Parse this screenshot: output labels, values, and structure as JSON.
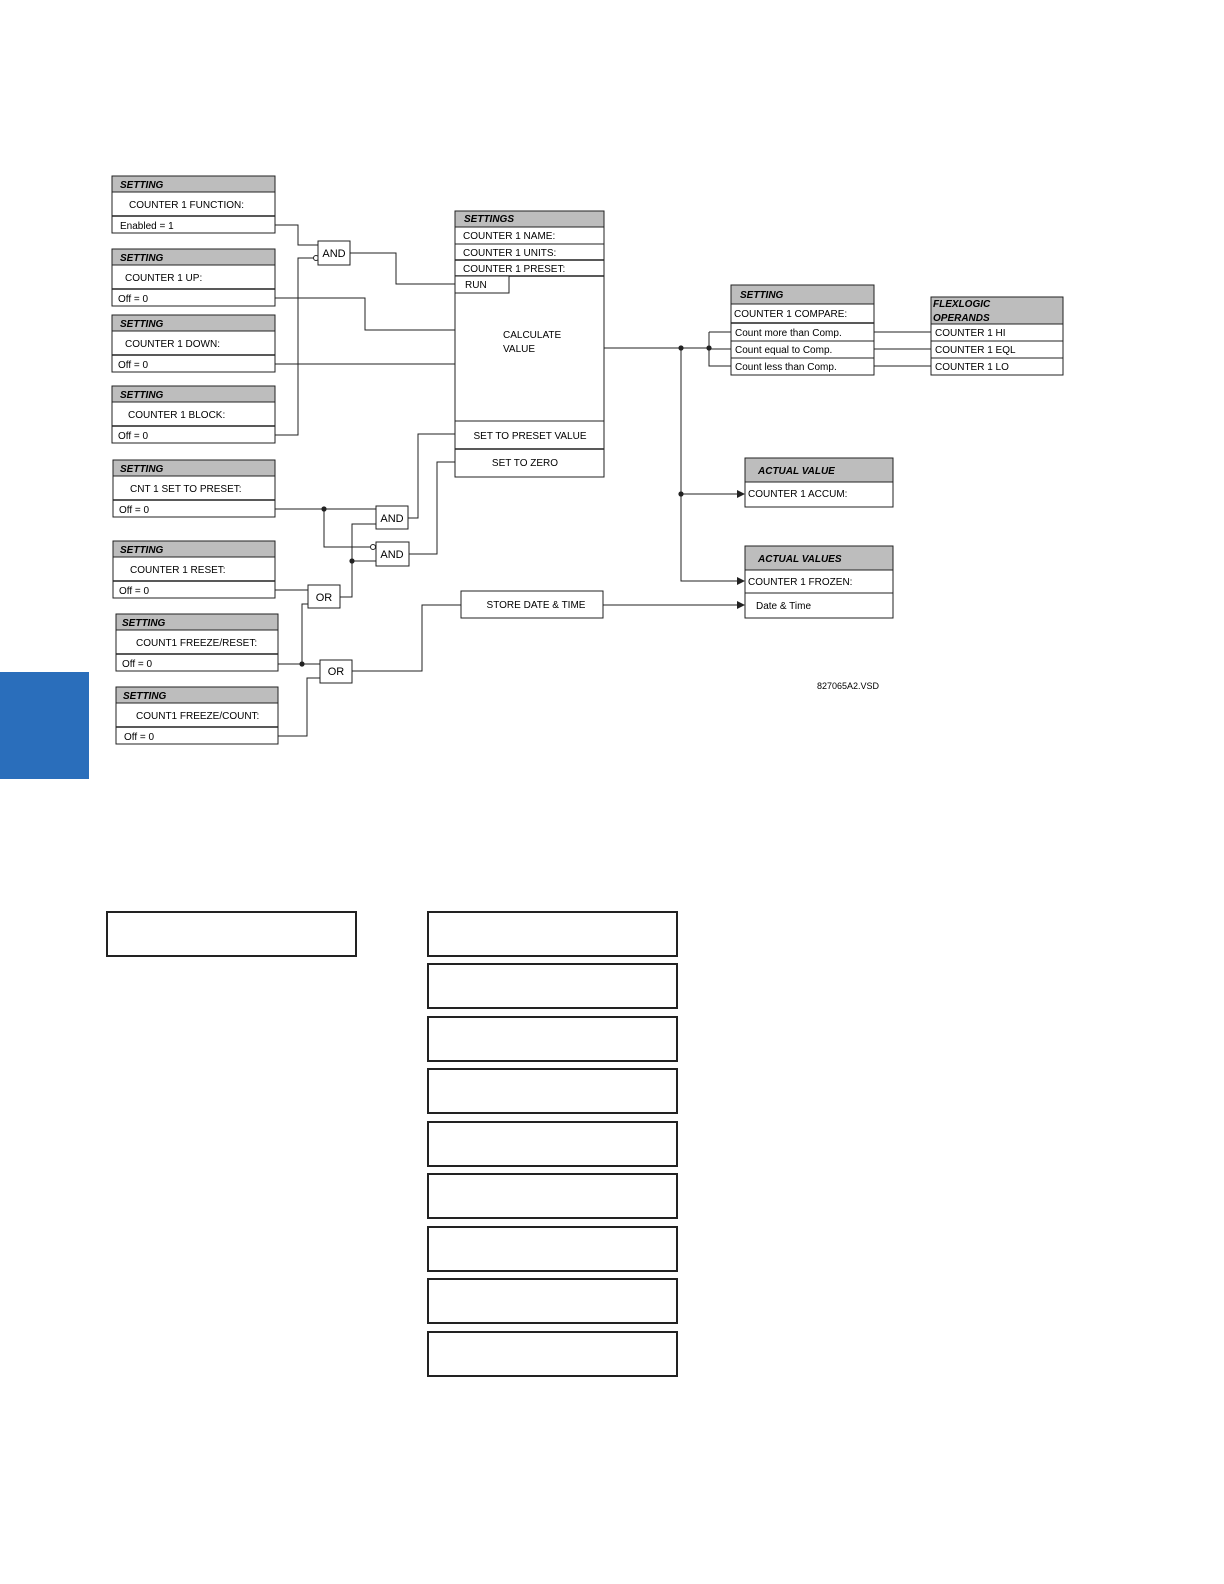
{
  "side_tab": {
    "color": "#2a6ebb"
  },
  "diagram": {
    "settings_inputs": [
      {
        "header": "SETTING",
        "name": "COUNTER 1 FUNCTION:",
        "value": "Enabled = 1"
      },
      {
        "header": "SETTING",
        "name": "COUNTER 1 UP:",
        "value": "Off = 0"
      },
      {
        "header": "SETTING",
        "name": "COUNTER 1 DOWN:",
        "value": "Off = 0"
      },
      {
        "header": "SETTING",
        "name": "COUNTER 1 BLOCK:",
        "value": "Off = 0"
      },
      {
        "header": "SETTING",
        "name": "CNT 1 SET TO PRESET:",
        "value": "Off = 0"
      },
      {
        "header": "SETTING",
        "name": "COUNTER 1 RESET:",
        "value": "Off = 0"
      },
      {
        "header": "SETTING",
        "name": "COUNT1 FREEZE/RESET:",
        "value": "Off = 0"
      },
      {
        "header": "SETTING",
        "name": "COUNT1 FREEZE/COUNT:",
        "value": "Off = 0"
      }
    ],
    "gates": {
      "and_run": "AND",
      "and_preset": "AND",
      "and_zero": "AND",
      "or_reset": "OR",
      "or_freeze": "OR"
    },
    "main_block": {
      "header": "SETTINGS",
      "rows": [
        "COUNTER 1 NAME:",
        "COUNTER 1 UNITS:",
        "COUNTER 1 PRESET:"
      ],
      "run": "RUN",
      "calc_line1": "CALCULATE",
      "calc_line2": "VALUE",
      "set_preset": "SET TO PRESET VALUE",
      "set_zero": "SET TO ZERO"
    },
    "compare_block": {
      "header": "SETTING",
      "name": "COUNTER 1 COMPARE:",
      "rows": [
        "Count more than Comp.",
        "Count equal to Comp.",
        "Count less than Comp."
      ]
    },
    "flexlogic": {
      "header_line1": "FLEXLOGIC",
      "header_line2": "OPERANDS",
      "rows": [
        "COUNTER 1 HI",
        "COUNTER 1 EQL",
        "COUNTER 1 LO"
      ]
    },
    "actual_value": {
      "header": "ACTUAL VALUE",
      "row": "COUNTER 1 ACCUM:"
    },
    "actual_values": {
      "header": "ACTUAL VALUES",
      "row1": "COUNTER 1 FROZEN:",
      "row2": "Date & Time"
    },
    "store": "STORE DATE & TIME",
    "file_id": "827065A2.VSD"
  }
}
